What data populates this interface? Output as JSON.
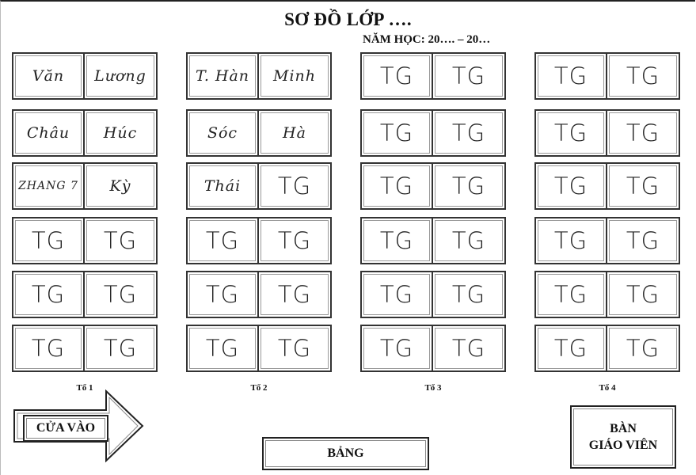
{
  "title": "SƠ ĐỒ LỚP ….",
  "subtitle": "NĂM HỌC: 20…. – 20…",
  "groups": [
    {
      "label": "Tổ 1",
      "rows": [
        [
          "Văn",
          "Lương"
        ],
        [
          "Châu",
          "Húc"
        ],
        [
          "ZHANG 7",
          "Kỳ"
        ],
        [
          "TG",
          "TG"
        ],
        [
          "TG",
          "TG"
        ],
        [
          "TG",
          "TG"
        ]
      ]
    },
    {
      "label": "Tổ 2",
      "rows": [
        [
          "T. Hàn",
          "Minh"
        ],
        [
          "Sóc",
          "Hà"
        ],
        [
          "Thái",
          "TG"
        ],
        [
          "TG",
          "TG"
        ],
        [
          "TG",
          "TG"
        ],
        [
          "TG",
          "TG"
        ]
      ]
    },
    {
      "label": "Tổ 3",
      "rows": [
        [
          "TG",
          "TG"
        ],
        [
          "TG",
          "TG"
        ],
        [
          "TG",
          "TG"
        ],
        [
          "TG",
          "TG"
        ],
        [
          "TG",
          "TG"
        ],
        [
          "TG",
          "TG"
        ]
      ]
    },
    {
      "label": "Tổ 4",
      "rows": [
        [
          "TG",
          "TG"
        ],
        [
          "TG",
          "TG"
        ],
        [
          "TG",
          "TG"
        ],
        [
          "TG",
          "TG"
        ],
        [
          "TG",
          "TG"
        ],
        [
          "TG",
          "TG"
        ]
      ]
    }
  ],
  "door_label": "CỬA VÀO",
  "board_label": "BẢNG",
  "teacher_desk": {
    "line1": "BÀN",
    "line2": "GIÁO VIÊN"
  }
}
